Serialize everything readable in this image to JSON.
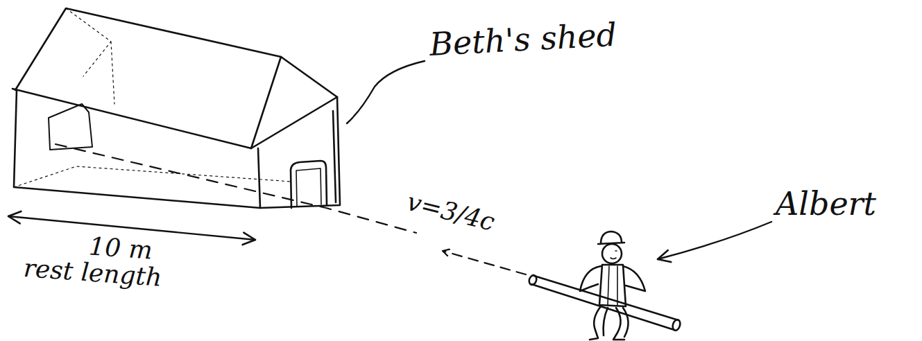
{
  "diagram": {
    "labels": [
      "Beth's shed",
      "v=3/4c",
      "10 m rest length",
      "Albert"
    ]
  }
}
